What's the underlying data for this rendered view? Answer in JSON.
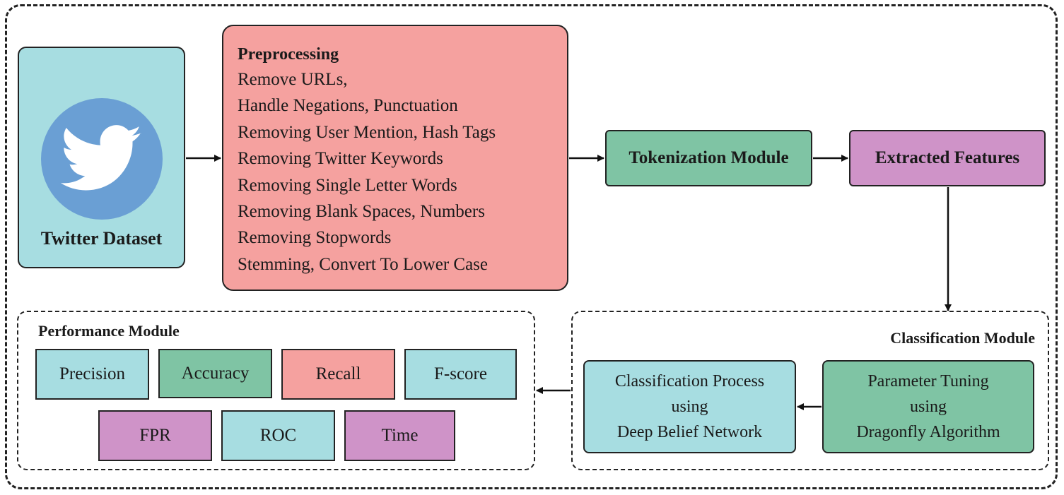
{
  "twitter": {
    "label": "Twitter Dataset",
    "icon": "twitter-bird-icon"
  },
  "preprocessing": {
    "title": "Preprocessing",
    "steps": [
      "Remove URLs,",
      "Handle Negations, Punctuation",
      "Removing User Mention, Hash Tags",
      "Removing Twitter Keywords",
      "Removing Single Letter Words",
      "Removing Blank Spaces, Numbers",
      "Removing Stopwords",
      "Stemming, Convert To Lower Case"
    ]
  },
  "tokenization": {
    "label": "Tokenization Module"
  },
  "features": {
    "label": "Extracted Features"
  },
  "performance": {
    "title": "Performance Module",
    "metrics": [
      "Precision",
      "Accuracy",
      "Recall",
      "F-score",
      "FPR",
      "ROC",
      "Time"
    ]
  },
  "classification": {
    "title": "Classification Module",
    "process_lines": [
      "Classification Process",
      "using",
      "Deep Belief Network"
    ],
    "tuning_lines": [
      "Parameter Tuning",
      "using",
      "Dragonfly Algorithm"
    ]
  },
  "colors": {
    "cyan": "#a7dde1",
    "salmon": "#f5a19f",
    "green": "#7fc4a4",
    "purple": "#cf93c8",
    "twitter_blue": "#6a9fd4"
  }
}
